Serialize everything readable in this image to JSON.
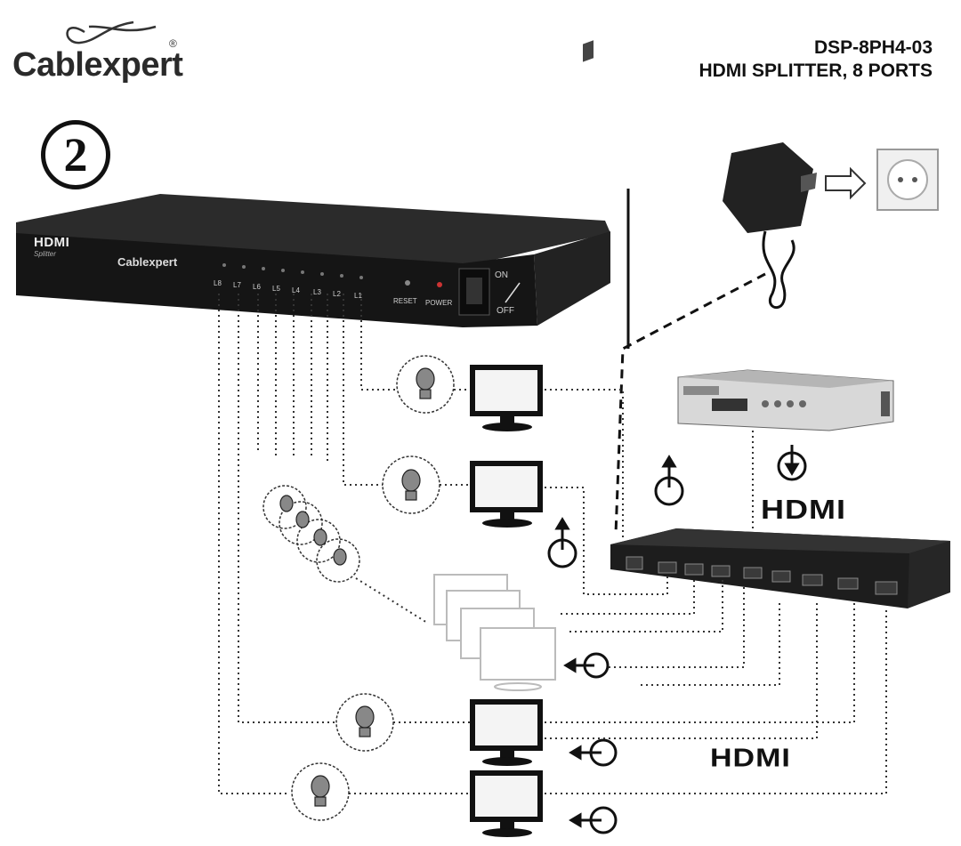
{
  "brand": {
    "name": "Cablexpert",
    "registered": "®"
  },
  "header": {
    "model": "DSP-8PH4-03",
    "product": "HDMI SPLITTER, 8 PORTS"
  },
  "step_number": "2",
  "device_front": {
    "hdmi_logo": "HDMI",
    "subtitle": "Splitter",
    "brand_logo": "Cablexpert",
    "port_labels": [
      "L8",
      "L7",
      "L6",
      "L5",
      "L4",
      "L3",
      "L2",
      "L1"
    ],
    "reset_label": "RESET",
    "power_label": "POWER",
    "switch_on": "ON",
    "switch_off": "OFF"
  },
  "labels": {
    "hdmi_source": "HDMI",
    "hdmi_outputs": "HDMI"
  },
  "icons": {
    "adapter": "power-adapter-icon",
    "socket": "wall-socket-icon",
    "bulb": "light-bulb-icon",
    "monitor": "monitor-icon",
    "power": "power-symbol-icon",
    "arrow": "arrow-right-icon"
  }
}
